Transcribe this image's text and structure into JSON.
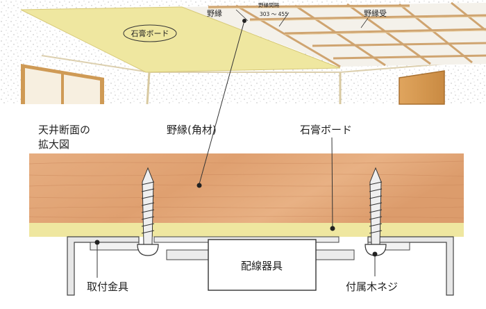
{
  "room_labels": {
    "board": "石膏ボード",
    "joist": "野縁",
    "spacing": "野縁間隔",
    "spacing_value": "303 ～ 455",
    "joist_receiver": "野縁受"
  },
  "section_labels": {
    "title_line1": "天井断面の",
    "title_line2": "拡大図",
    "joist_square": "野縁(角材)",
    "gypsum_board": "石膏ボード",
    "fixture": "配線器具",
    "bracket": "取付金具",
    "wood_screw": "付属木ネジ"
  },
  "colors": {
    "board": "#efe7a0",
    "wood": "#e3a778",
    "bracket": "#e6e6e6",
    "wall_speckle": "#b9b9b9"
  }
}
